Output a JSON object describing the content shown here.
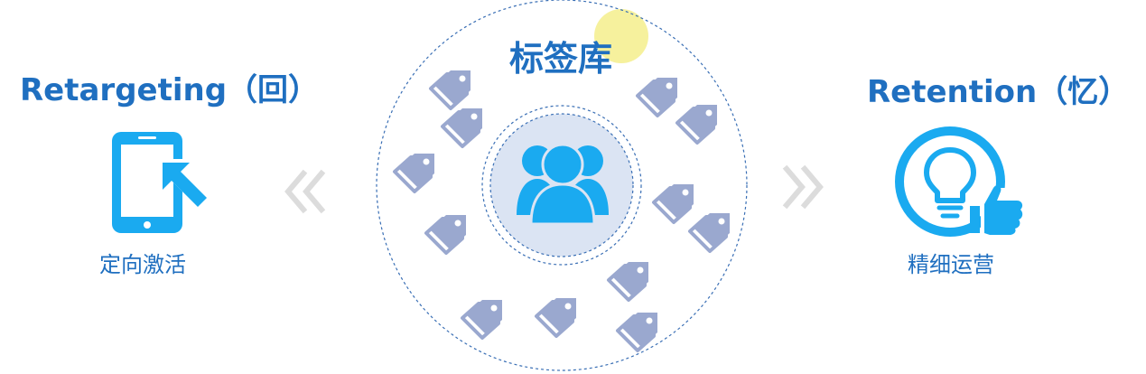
{
  "left": {
    "heading": "Retargeting（回）",
    "caption": "定向激活",
    "icon": "phone-cursor-icon"
  },
  "center": {
    "title": "标签库",
    "icon": "user-group-icon",
    "tag_icon": "tag-icon"
  },
  "right": {
    "heading": "Retention（忆）",
    "caption": "精细运营",
    "icon": "lightbulb-thumbs-up-icon"
  },
  "arrows": {
    "left": "chevron-double-left-icon",
    "right": "chevron-double-right-icon"
  },
  "colors": {
    "accent": "#1f6fc0",
    "icon_blue": "#1aaaf0",
    "tag": "#9aa8cf",
    "inner_circle": "#dbe4f3",
    "arrow": "#dcdcdc",
    "highlight": "#f4ef8c"
  }
}
